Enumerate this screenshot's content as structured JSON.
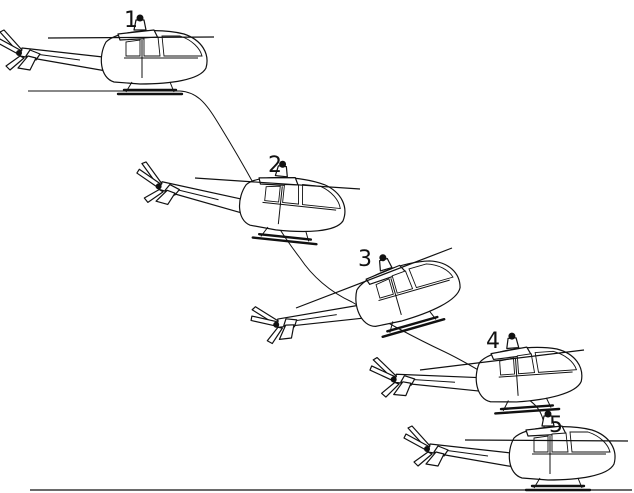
{
  "diagram": {
    "steps": [
      {
        "label": "1"
      },
      {
        "label": "2"
      },
      {
        "label": "3"
      },
      {
        "label": "4"
      },
      {
        "label": "5"
      }
    ]
  },
  "colors": {
    "ink": "#111111",
    "background": "#ffffff"
  },
  "icons": [
    "helicopter-icon"
  ]
}
